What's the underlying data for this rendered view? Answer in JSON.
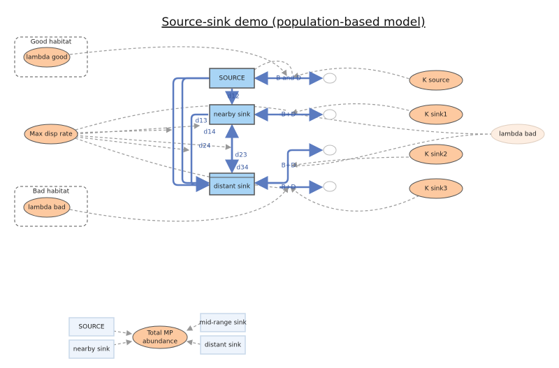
{
  "title": "Source-sink demo (population-based model)",
  "groups": {
    "good_habitat": {
      "label": "Good habitat",
      "variable": "lambda good"
    },
    "bad_habitat": {
      "label": "Bad habitat",
      "variable": "lambda bad"
    }
  },
  "variables": {
    "max_disp_rate": "Max disp rate",
    "k_source": "K source",
    "k_sink1": "K sink1",
    "k_sink2": "K sink2",
    "k_sink3": "K sink3",
    "lambda_bad_ghost": "lambda bad"
  },
  "stocks": {
    "source": "SOURCE",
    "nearby_sink": "nearby sink",
    "distant_sink": "distant sink"
  },
  "flows": {
    "source_bd": "B and D",
    "nearby_bd": "B+D",
    "mid_bd": "B+D",
    "distant_bd": "B+D",
    "d12": "d12",
    "d13": "d13",
    "d14": "d14",
    "d24": "d24",
    "d23": "d23",
    "d34": "d34"
  },
  "summary": {
    "source": "SOURCE",
    "nearby_sink": "nearby sink",
    "total": [
      "Total MP",
      "abundance"
    ],
    "mid_range_sink": "mid-range sink",
    "distant_sink": "distant sink"
  },
  "colors": {
    "stock": "#a8d4f5",
    "variable": "#fdc9a0",
    "flow": "#5b7bc0"
  }
}
